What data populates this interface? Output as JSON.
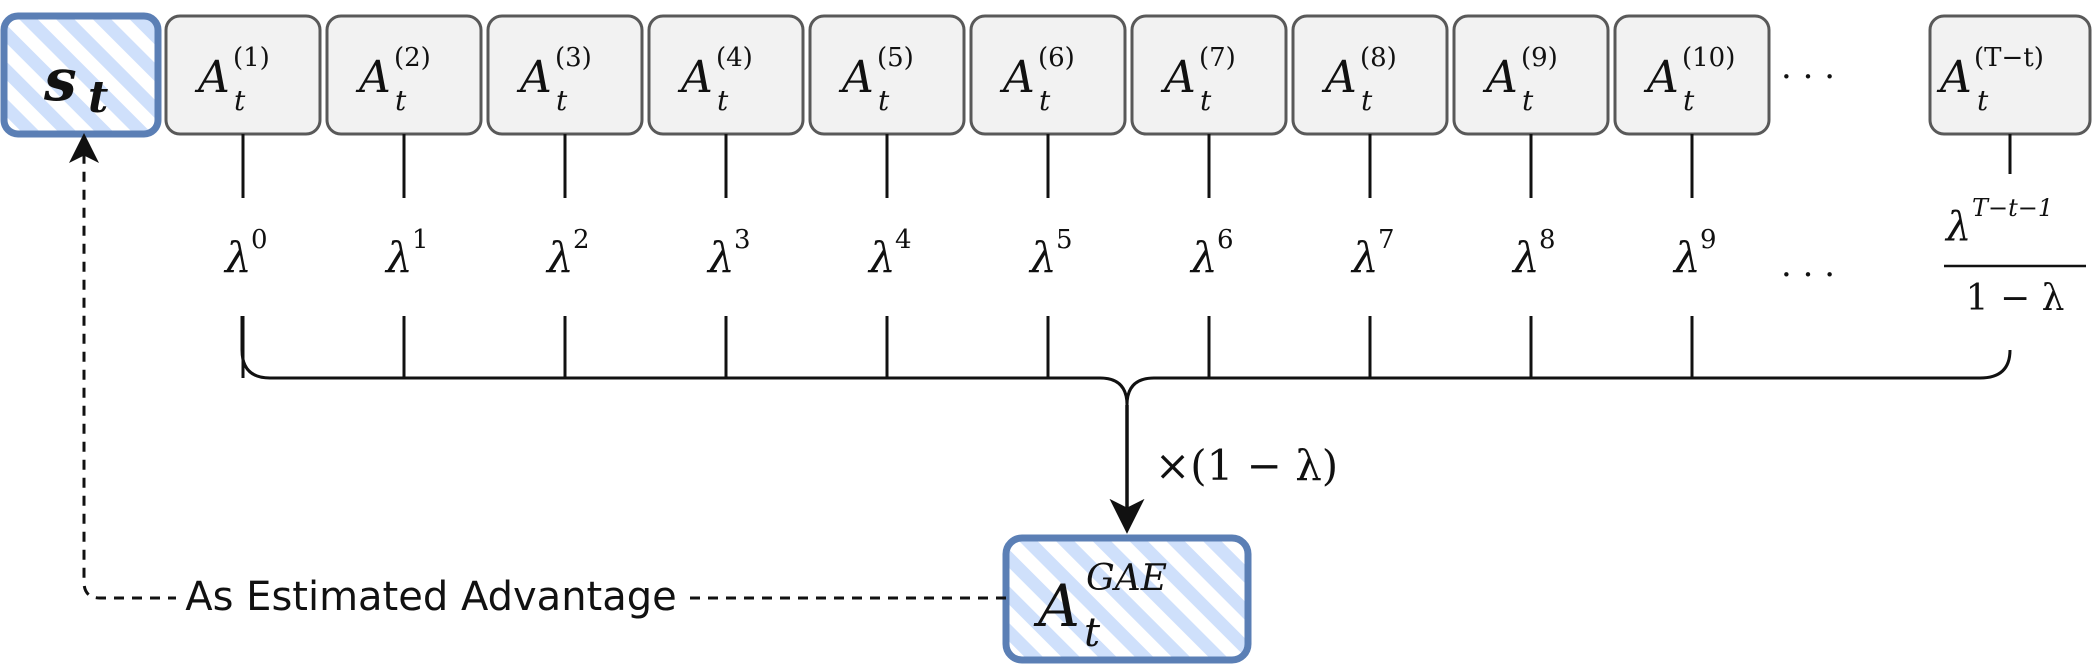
{
  "state_node": {
    "symbol": "s",
    "subscript": "t"
  },
  "advantage_boxes": [
    {
      "base": "A",
      "sub": "t",
      "sup": "(1)"
    },
    {
      "base": "A",
      "sub": "t",
      "sup": "(2)"
    },
    {
      "base": "A",
      "sub": "t",
      "sup": "(3)"
    },
    {
      "base": "A",
      "sub": "t",
      "sup": "(4)"
    },
    {
      "base": "A",
      "sub": "t",
      "sup": "(5)"
    },
    {
      "base": "A",
      "sub": "t",
      "sup": "(6)"
    },
    {
      "base": "A",
      "sub": "t",
      "sup": "(7)"
    },
    {
      "base": "A",
      "sub": "t",
      "sup": "(8)"
    },
    {
      "base": "A",
      "sub": "t",
      "sup": "(9)"
    },
    {
      "base": "A",
      "sub": "t",
      "sup": "(10)"
    }
  ],
  "last_box": {
    "base": "A",
    "sub": "t",
    "sup": "(T−t)"
  },
  "ellipsis": "· · ·",
  "weights": [
    {
      "base": "λ",
      "exp": "0"
    },
    {
      "base": "λ",
      "exp": "1"
    },
    {
      "base": "λ",
      "exp": "2"
    },
    {
      "base": "λ",
      "exp": "3"
    },
    {
      "base": "λ",
      "exp": "4"
    },
    {
      "base": "λ",
      "exp": "5"
    },
    {
      "base": "λ",
      "exp": "6"
    },
    {
      "base": "λ",
      "exp": "7"
    },
    {
      "base": "λ",
      "exp": "8"
    },
    {
      "base": "λ",
      "exp": "9"
    }
  ],
  "last_weight": {
    "numerator_base": "λ",
    "numerator_exp": "T−t−1",
    "denominator": "1 − λ"
  },
  "multiplier_label": "×(1 − λ)",
  "gae_node": {
    "base": "A",
    "sub": "t",
    "sup": "GAE"
  },
  "feedback_label": "As Estimated Advantage",
  "colors": {
    "box_fill": "#f2f2f2",
    "box_stroke": "#595959",
    "hatch_stroke": "#5b7fb5",
    "hatch_fill": "#cfe0fb",
    "line": "#111111"
  }
}
